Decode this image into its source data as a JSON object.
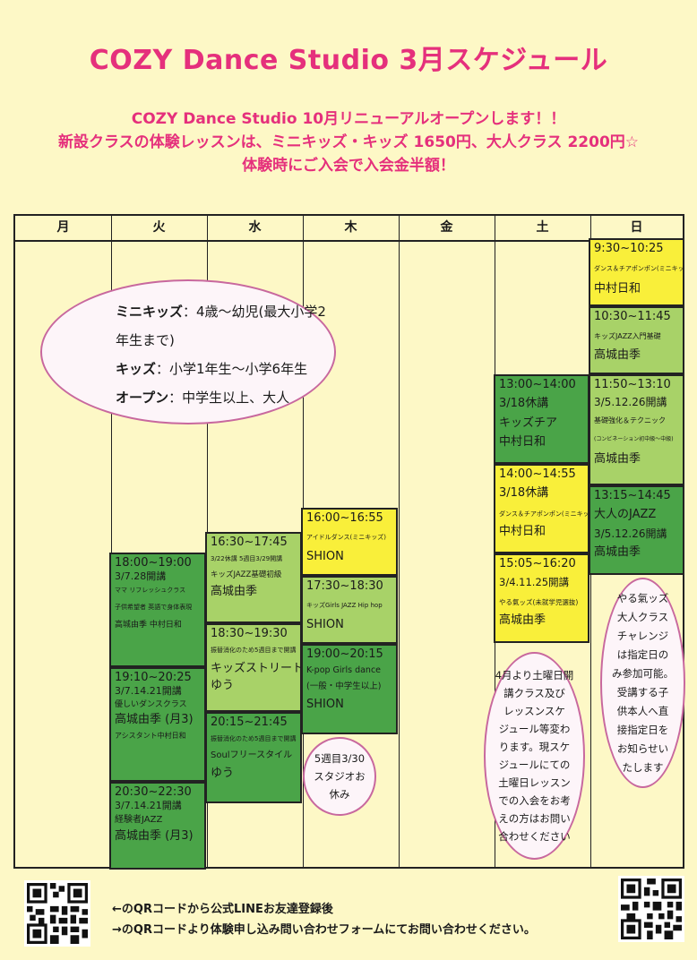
{
  "title": "COZY Dance Studio 3月スケジュール",
  "sub1": "COZY Dance Studio 10月リニューアルオープンします！！",
  "sub2": "新設クラスの体験レッスンは、ミニキッズ・キッズ 1650円、大人クラス 2200円☆",
  "sub3": "体験時にご入会で入会金半額！",
  "days": [
    "月",
    "火",
    "水",
    "木",
    "金",
    "土",
    "日"
  ],
  "legend": {
    "l1_label": "ミニキッズ",
    "l1_text": "：4歳～幼児(最大小学2",
    "l1_text2": "年生まで)",
    "l2_label": "キッズ",
    "l2_text": "：小学1年生～小学6年生",
    "l3_label": "オープン",
    "l3_text": "：中学生以上、大人"
  },
  "tue": {
    "c1": [
      "18:00~19:00",
      "3/7.28開講",
      "ママ リフレッシュクラス",
      "子供希望者 英語で身体表現",
      "高城由季 中村日和"
    ],
    "c2": [
      "19:10~20:25",
      "3/7.14.21開講",
      "優しいダンスクラス",
      "高城由季 (月3)",
      "アシスタント中村日和"
    ],
    "c3": [
      "20:30~22:30",
      "3/7.14.21開講",
      "経験者JAZZ",
      "高城由季 (月3)"
    ]
  },
  "wed": {
    "c1": [
      "16:30~17:45",
      "3/22休講 5週目3/29開講",
      "キッズJAZZ基礎初級",
      "高城由季"
    ],
    "c2": [
      "18:30~19:30",
      "振替消化のため5週目まで開講",
      "キッズストリート",
      "ゆう"
    ],
    "c3": [
      "20:15~21:45",
      "振替消化のため5週目まで開講",
      "Soulフリースタイル",
      "ゆう"
    ]
  },
  "thu": {
    "c1": [
      "16:00~16:55",
      "アイドルダンス(ミニキッズ)",
      "SHION"
    ],
    "c2": [
      "17:30~18:30",
      "キッズGirls JAZZ Hip hop",
      "SHION"
    ],
    "c3": [
      "19:00~20:15",
      "K-pop Girls dance",
      "(一般・中学生以上)",
      "SHION"
    ]
  },
  "thu_note": [
    "5週目3/30",
    "スタジオお",
    "休み"
  ],
  "sat": {
    "c1": [
      "13:00~14:00",
      "3/18休講",
      "キッズチア",
      "中村日和"
    ],
    "c2": [
      "14:00~14:55",
      "3/18休講",
      "ダンス＆チアポンポン(ミニキッズ)",
      "中村日和"
    ],
    "c3": [
      "15:05~16:20",
      "3/4.11.25開講",
      "やる氣ッズ(未就学児選抜)",
      "高城由季"
    ]
  },
  "sat_note": [
    "4月より土曜日開",
    "講クラス及び",
    "レッスンスケ",
    "ジュール等変わ",
    "ります。現スケ",
    "ジュールにての",
    "土曜日レッスン",
    "での入会をお考",
    "えの方はお問い",
    "合わせください"
  ],
  "sun": {
    "c1": [
      "9:30~10:25",
      "ダンス＆チアポンポン(ミニキッズ)",
      "中村日和"
    ],
    "c2": [
      "10:30~11:45",
      "キッズJAZZ入門基礎",
      "高城由季"
    ],
    "c3": [
      "11:50~13:10",
      "3/5.12.26開講",
      "基礎強化＆テクニック",
      "(コンビネーション初中級～中級)",
      "高城由季"
    ],
    "c4": [
      "13:15~14:45",
      "大人のJAZZ",
      "3/5.12.26開講",
      "高城由季"
    ]
  },
  "sun_note": [
    "やる氣ッズ",
    "大人クラス",
    "チャレンジ",
    "は指定日の",
    "み参加可能。",
    "受講する子",
    "供本人へ直",
    "接指定日を",
    "お知らせい",
    "たします"
  ],
  "footer1": "←のQRコードから公式LINEお友達登録後",
  "footer2": "→のQRコードより体験申し込み問い合わせフォームにてお問い合わせください。",
  "colors": {
    "accent": "#e5307c",
    "yellow": "#f9ef3a",
    "light_green": "#a8d268",
    "dark_green": "#4aa448"
  }
}
